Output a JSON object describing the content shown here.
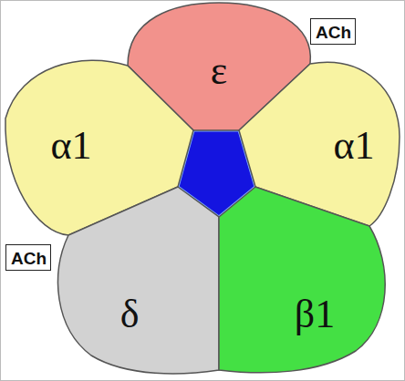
{
  "diagram": {
    "nodes": [
      {
        "text": [
          "ε"
        ]
      },
      {
        "text": [
          "ACh"
        ]
      },
      {
        "text": [
          "α1"
        ]
      },
      {
        "text": [
          "α1"
        ]
      },
      {
        "text": [
          "ACh"
        ]
      },
      {
        "text": [
          "δ"
        ]
      },
      {
        "text": [
          "β1"
        ]
      }
    ]
  }
}
